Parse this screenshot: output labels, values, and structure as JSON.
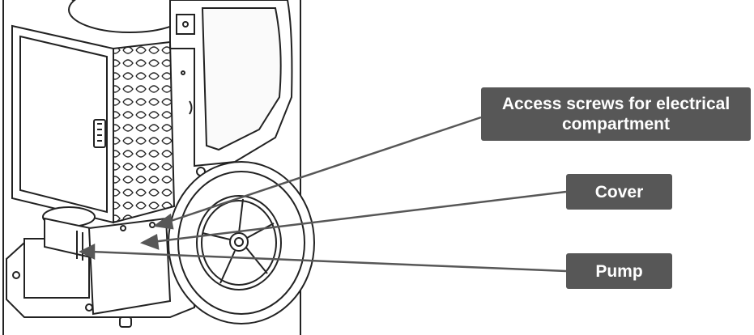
{
  "callouts": {
    "access_screws": {
      "line1": "Access screws for electrical",
      "line2": "compartment"
    },
    "cover": "Cover",
    "pump": "Pump"
  },
  "colors": {
    "callout_background": "#575757",
    "callout_text": "#ffffff",
    "line_art": "#222222"
  }
}
